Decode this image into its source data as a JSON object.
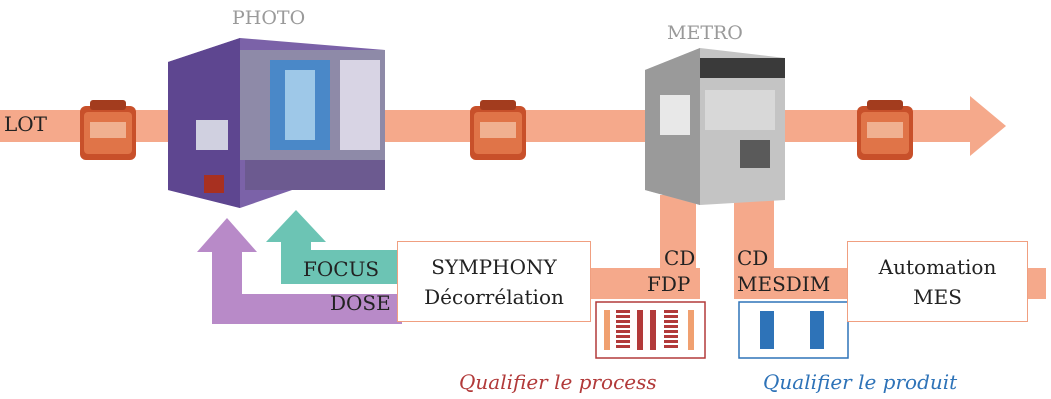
{
  "labels": {
    "photo": "PHOTO",
    "metro": "METRO",
    "lot": "LOT",
    "focus": "FOCUS",
    "dose": "DOSE",
    "cd_left": "CD",
    "fdp": "FDP",
    "cd_right": "CD",
    "mesdim": "MESDIM"
  },
  "boxes": {
    "symphony": {
      "line1": "SYMPHONY",
      "line2": "Décorrélation"
    },
    "automation": {
      "line1": "Automation",
      "line2": "MES"
    }
  },
  "captions": {
    "process": "Qualifier le process",
    "product": "Qualifier le produit"
  },
  "colors": {
    "salmon": "#f5a98b",
    "purple": "#b88ac8",
    "teal": "#6cc4b4",
    "process_red": "#b23a3a",
    "product_blue": "#2e73b8",
    "wafer_box": "#c8502a"
  },
  "icons": {
    "lot_carrier": "wafer-pod-icon",
    "scanner": "asml-scanner-icon",
    "metrology_tool": "metrology-tool-icon"
  }
}
